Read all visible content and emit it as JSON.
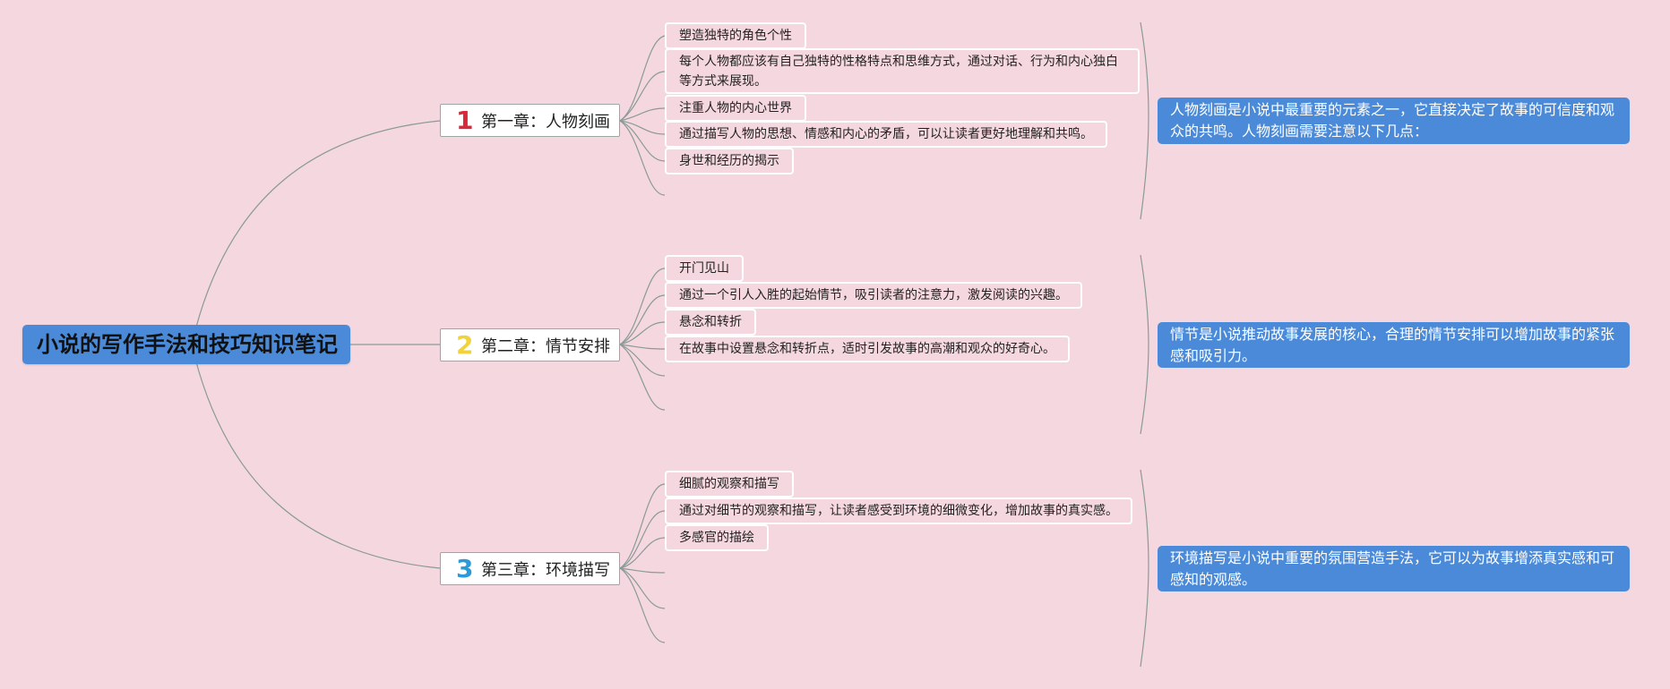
{
  "root": {
    "label": "小说的写作手法和技巧知识笔记"
  },
  "chapters": [
    {
      "number": "1",
      "number_color": "#d8283a",
      "label": "第一章：人物刻画",
      "items": [
        "塑造独特的角色个性",
        "每个人物都应该有自己独特的性格特点和思维方式，通过对话、行为和内心独白等方式来展现。",
        "注重人物的内心世界",
        "通过描写人物的思想、情感和内心的矛盾，可以让读者更好地理解和共鸣。",
        "身世和经历的揭示"
      ],
      "summary": "人物刻画是小说中最重要的元素之一，它直接决定了故事的可信度和观众的共鸣。人物刻画需要注意以下几点："
    },
    {
      "number": "2",
      "number_color": "#f2d23a",
      "label": "第二章：情节安排",
      "items": [
        "开门见山",
        "通过一个引人入胜的起始情节，吸引读者的注意力，激发阅读的兴趣。",
        "悬念和转折",
        "在故事中设置悬念和转折点，适时引发故事的高潮和观众的好奇心。"
      ],
      "summary": "情节是小说推动故事发展的核心，合理的情节安排可以增加故事的紧张感和吸引力。"
    },
    {
      "number": "3",
      "number_color": "#2d9ad8",
      "label": "第三章：环境描写",
      "items": [
        "细腻的观察和描写",
        "通过对细节的观察和描写，让读者感受到环境的细微变化，增加故事的真实感。",
        "多感官的描绘"
      ],
      "summary": "环境描写是小说中重要的氛围营造手法，它可以为故事增添真实感和可感知的观感。"
    }
  ],
  "colors": {
    "background": "#f5d8df",
    "root_fill": "#4a8ad8",
    "summary_fill": "#4a8ad8",
    "connector": "#8a9a96"
  }
}
